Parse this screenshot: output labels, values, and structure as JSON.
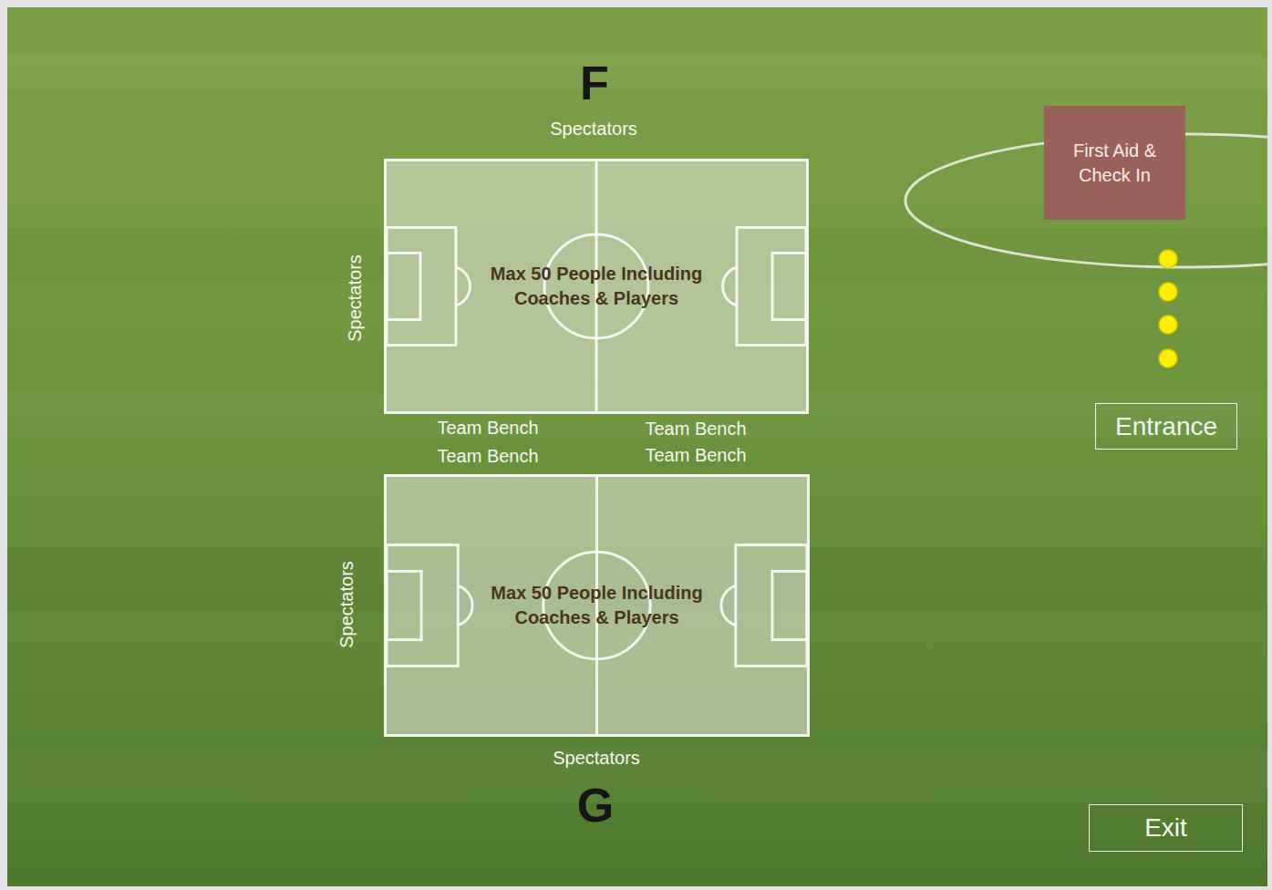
{
  "diagram": {
    "nodes": [
      {
        "text": [
          "Max 50 People Including Coaches & Players"
        ]
      },
      {
        "text": [
          "First Aid & Check In"
        ]
      },
      {
        "text": [
          "Entrance"
        ]
      },
      {
        "text": [
          "Max 50 People Including Coaches & Players"
        ]
      },
      {
        "text": [
          "Exit"
        ]
      }
    ],
    "labels": [
      "F",
      "Spectators",
      "Spectators",
      "Team Bench",
      "Team Bench",
      "Team Bench",
      "Team Bench",
      "Spectators",
      "Spectators",
      "G"
    ]
  }
}
